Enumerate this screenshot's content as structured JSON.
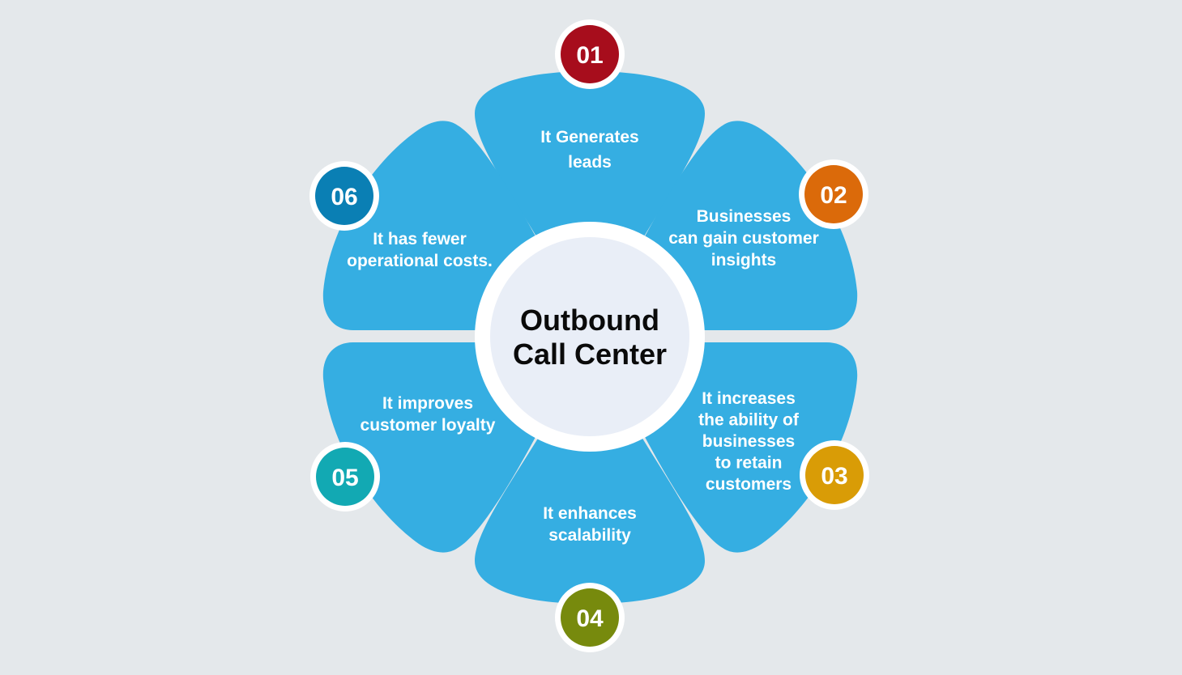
{
  "hub": {
    "line1": "Outbound",
    "line2": "Call Center"
  },
  "items": [
    {
      "number": "01",
      "color": "#a70d1c",
      "lines": [
        "It Generates",
        "leads"
      ]
    },
    {
      "number": "02",
      "color": "#db6a0a",
      "lines": [
        "Businesses",
        "can gain customer",
        "insights"
      ]
    },
    {
      "number": "03",
      "color": "#d99c06",
      "lines": [
        "It increases",
        "the ability of",
        "businesses",
        "to retain",
        "customers"
      ]
    },
    {
      "number": "04",
      "color": "#778a0d",
      "lines": [
        "It enhances",
        "scalability"
      ]
    },
    {
      "number": "05",
      "color": "#12a9b3",
      "lines": [
        "It improves",
        "customer loyalty"
      ]
    },
    {
      "number": "06",
      "color": "#0a7fb4",
      "lines": [
        "It has fewer",
        "operational costs."
      ]
    }
  ]
}
